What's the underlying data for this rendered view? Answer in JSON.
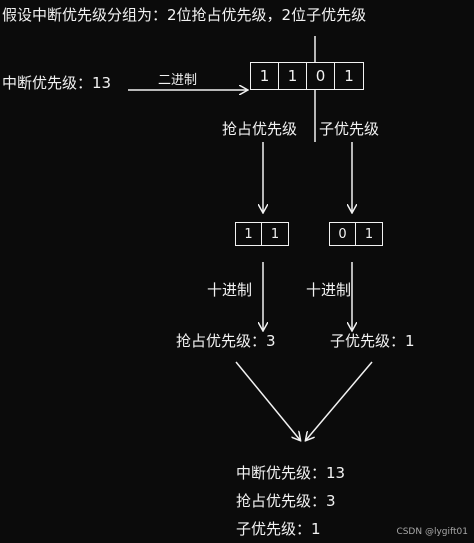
{
  "title": "假设中断优先级分组为：2位抢占优先级，2位子优先级",
  "source_label": "中断优先级：13",
  "convert_label": "二进制",
  "bits": [
    "1",
    "1",
    "0",
    "1"
  ],
  "preempt_label": "抢占优先级",
  "sub_label": "子优先级",
  "preempt_bits": [
    "1",
    "1"
  ],
  "sub_bits": [
    "0",
    "1"
  ],
  "decimal_label_left": "十进制",
  "decimal_label_right": "十进制",
  "preempt_result": "抢占优先级：3",
  "sub_result": "子优先级：1",
  "summary": {
    "line1": "中断优先级：13",
    "line2": "抢占优先级：3",
    "line3": "子优先级：1"
  },
  "watermark": "CSDN @lygift01"
}
